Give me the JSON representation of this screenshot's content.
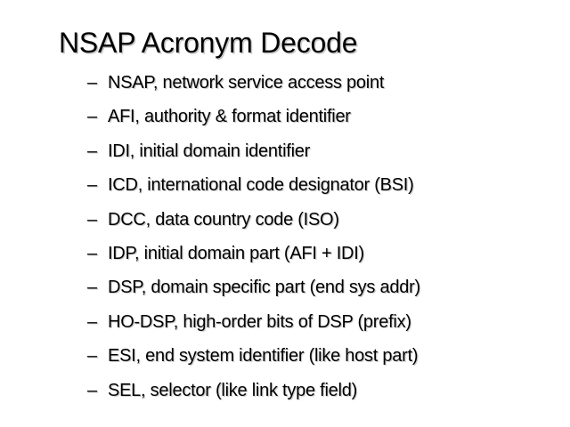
{
  "slide": {
    "title": "NSAP Acronym Decode",
    "background_color": "#ffffff",
    "text_color": "#000000",
    "shadow_color": "#cdcdcd",
    "bullet_marker": "–",
    "items": [
      {
        "marker": "–",
        "text": "NSAP, network service access point"
      },
      {
        "marker": "–",
        "text": "AFI, authority & format identifier"
      },
      {
        "marker": "–",
        "text": "IDI, initial domain identifier"
      },
      {
        "marker": "–",
        "text": "ICD, international code designator (BSI)"
      },
      {
        "marker": "–",
        "text": "DCC, data country code (ISO)"
      },
      {
        "marker": "–",
        "text": "IDP, initial domain part (AFI + IDI)"
      },
      {
        "marker": "–",
        "text": "DSP, domain specific part (end sys addr)"
      },
      {
        "marker": "–",
        "text": "HO-DSP, high-order bits of DSP (prefix)"
      },
      {
        "marker": "–",
        "text": "ESI, end system identifier (like host part)"
      },
      {
        "marker": "–",
        "text": "SEL, selector (like link type field)"
      }
    ],
    "extra_item": {
      "marker": "–",
      "text": "SEL, selector (like link type field)"
    }
  }
}
